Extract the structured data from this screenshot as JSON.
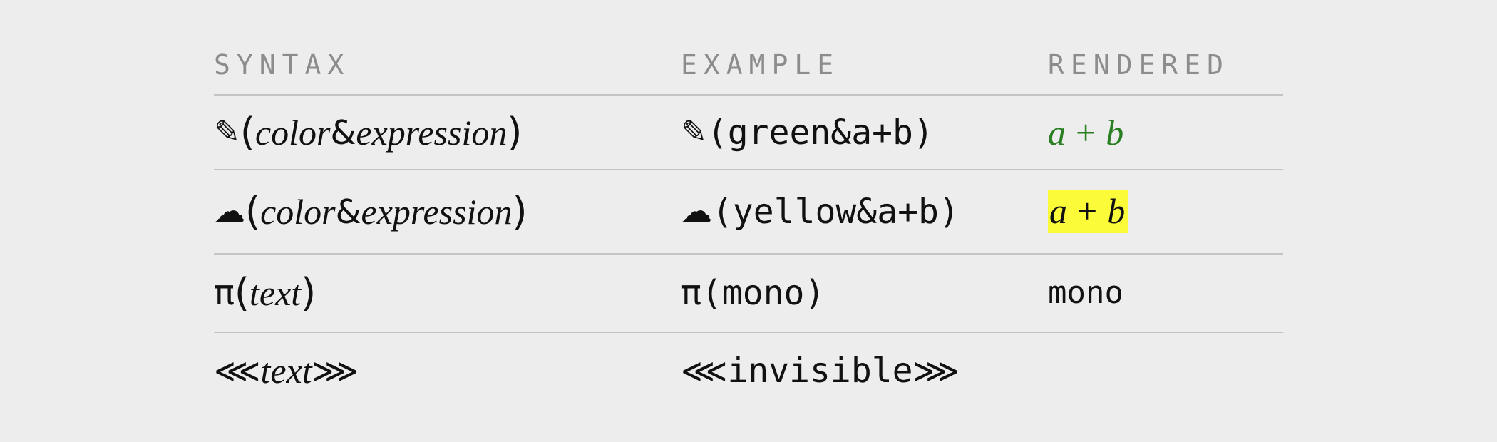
{
  "header": {
    "syntax": "SYNTAX",
    "example": "EXAMPLE",
    "rendered": "RENDERED"
  },
  "rows": [
    {
      "syntax": {
        "symbol": "✎",
        "open": "(",
        "param1": "color",
        "amp": "&",
        "param2": "expression",
        "close": ")"
      },
      "example": {
        "symbol": "✎",
        "open": "(",
        "arg1": "green",
        "amp": "&",
        "arg2": "a+b",
        "close": ")"
      },
      "rendered": {
        "a": "a",
        "plus": "+",
        "b": "b",
        "color": "#2a7f22"
      }
    },
    {
      "syntax": {
        "symbol": "☁",
        "open": "(",
        "param1": "color",
        "amp": "&",
        "param2": "expression",
        "close": ")"
      },
      "example": {
        "symbol": "☁",
        "open": "(",
        "arg1": "yellow",
        "amp": "&",
        "arg2": "a+b",
        "close": ")"
      },
      "rendered": {
        "a": "a",
        "plus": "+",
        "b": "b",
        "highlight": "#fbfb3a"
      }
    },
    {
      "syntax": {
        "symbol": "π",
        "open": "(",
        "param": "text",
        "close": ")"
      },
      "example": {
        "symbol": "π",
        "open": "(",
        "arg": "mono",
        "close": ")"
      },
      "rendered": {
        "text": "mono"
      }
    },
    {
      "syntax": {
        "open": "⋘",
        "param": "text",
        "close": "⋙"
      },
      "example": {
        "open": "⋘",
        "arg": "invisible",
        "close": "⋙"
      },
      "rendered": {
        "text": ""
      }
    }
  ],
  "icons": {
    "pencil": "pencil-icon",
    "cloud": "cloud-icon"
  }
}
